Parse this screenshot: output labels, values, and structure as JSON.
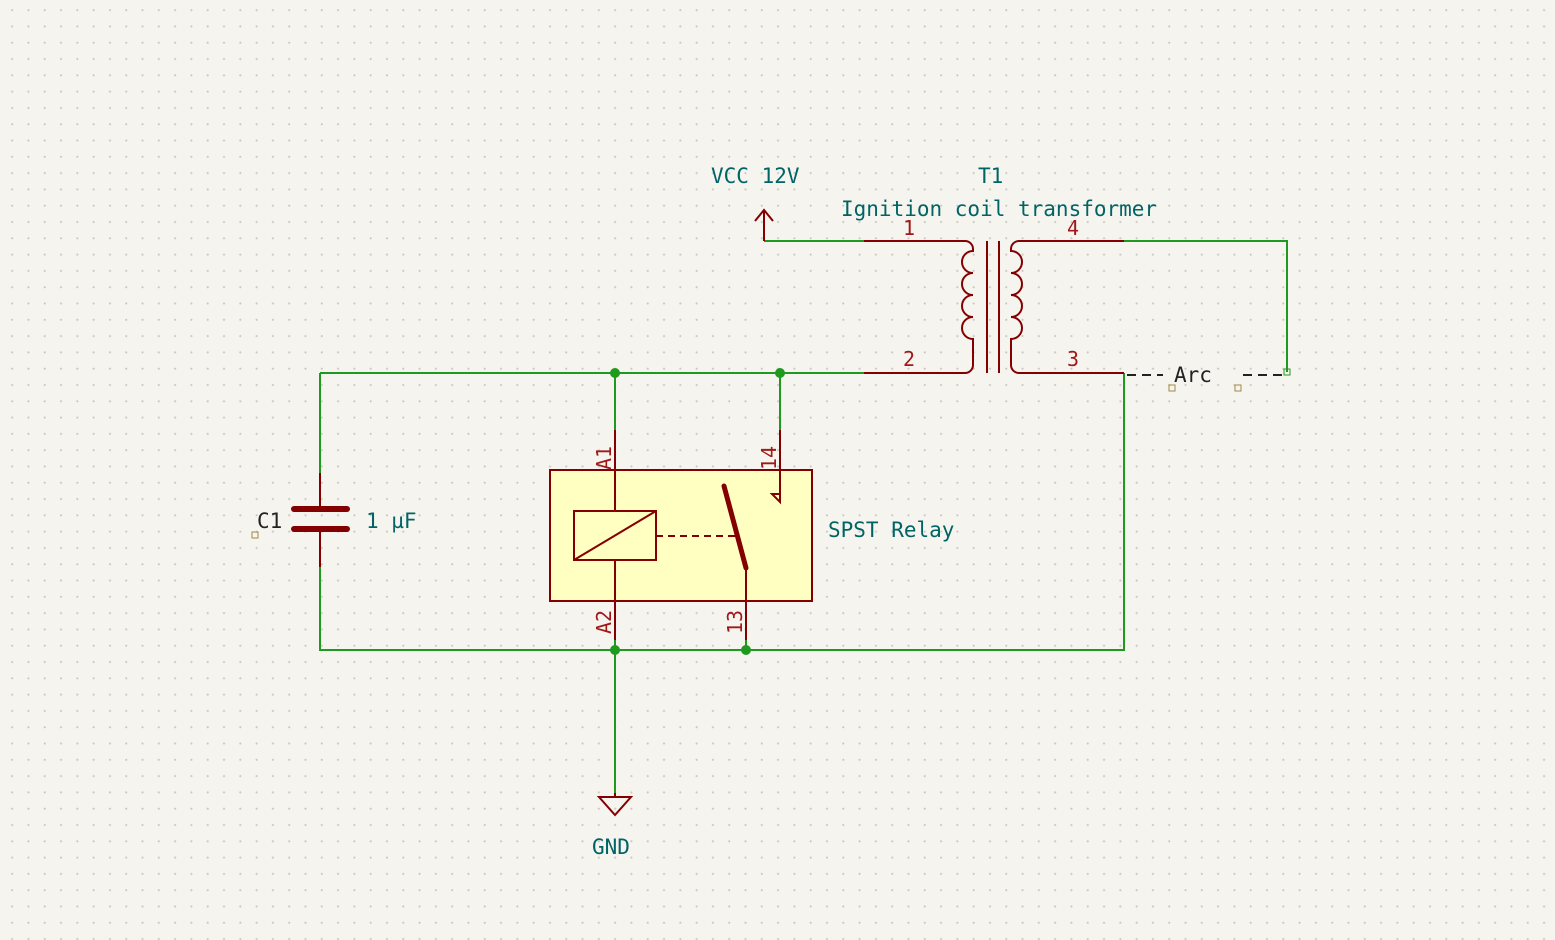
{
  "power": {
    "vcc_label": "VCC 12V",
    "gnd_label": "GND"
  },
  "transformer": {
    "reference": "T1",
    "value": "Ignition coil transformer",
    "pins": [
      "1",
      "2",
      "3",
      "4"
    ]
  },
  "relay": {
    "value": "SPST Relay",
    "pins": {
      "a1": "A1",
      "a2": "A2",
      "p13": "13",
      "p14": "14"
    }
  },
  "capacitor": {
    "reference": "C1",
    "value": "1 µF"
  },
  "spark_gap": {
    "label": "Arc"
  },
  "colors": {
    "wire": "#1f9a1f",
    "component_body": "#840000",
    "relay_fill": "#ffffc2",
    "label_text": "#006464",
    "pin_text": "#a11818",
    "background": "#f5f4ef"
  }
}
